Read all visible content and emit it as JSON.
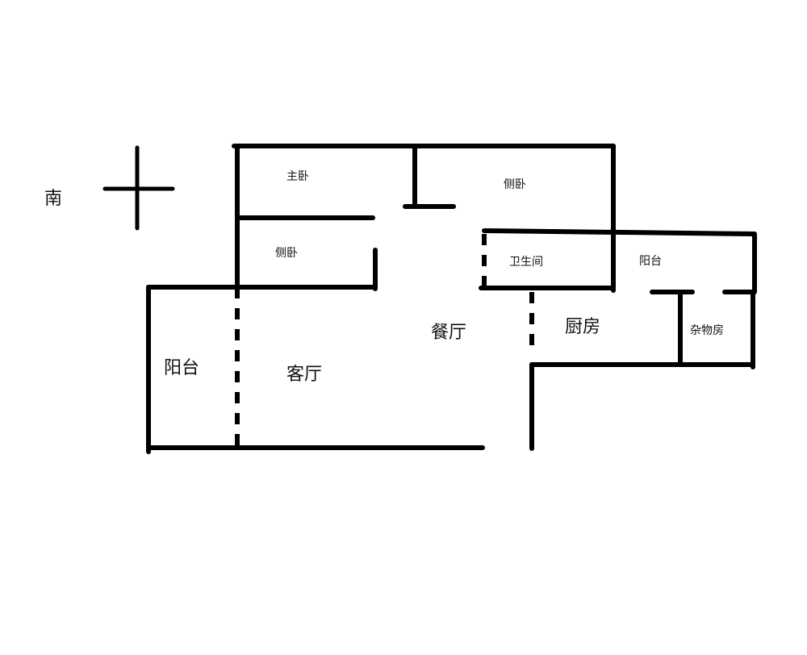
{
  "compass": {
    "label": "南"
  },
  "rooms": {
    "master_bedroom": "主卧",
    "side_bedroom_top": "侧卧",
    "side_bedroom_left": "侧卧",
    "bathroom": "卫生间",
    "balcony_right": "阳台",
    "dining_room": "餐厅",
    "kitchen": "厨房",
    "storage_room": "杂物房",
    "balcony_left": "阳台",
    "living_room": "客厅"
  }
}
